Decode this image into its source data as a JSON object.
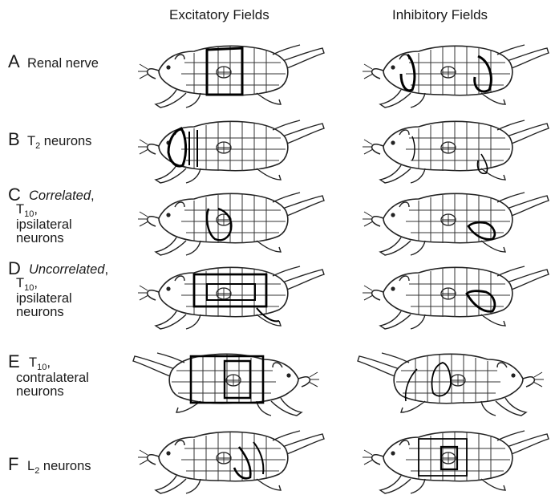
{
  "headers": {
    "excitatory": "Excitatory Fields",
    "inhibitory": "Inhibitory Fields"
  },
  "rows": [
    {
      "letter": "A",
      "line1": "Renal nerve"
    },
    {
      "letter": "B",
      "pre": "T",
      "sub": "2",
      "post": " neurons"
    },
    {
      "letter": "C",
      "line1": "Correlated",
      "line1_suffix": ",",
      "pre": "T",
      "sub": "10",
      "post": ",",
      "line3": "ipsilateral",
      "line4": "neurons"
    },
    {
      "letter": "D",
      "line1": "Uncorrelated",
      "line1_suffix": ",",
      "pre": "T",
      "sub": "10",
      "post": ",",
      "line3": "ipsilateral",
      "line4": "neurons"
    },
    {
      "letter": "E",
      "pre": "T",
      "sub": "10",
      "post": ",",
      "line2": "contralateral",
      "line3": "neurons"
    },
    {
      "letter": "F",
      "pre": "L",
      "sub": "2",
      "post": " neurons"
    }
  ]
}
